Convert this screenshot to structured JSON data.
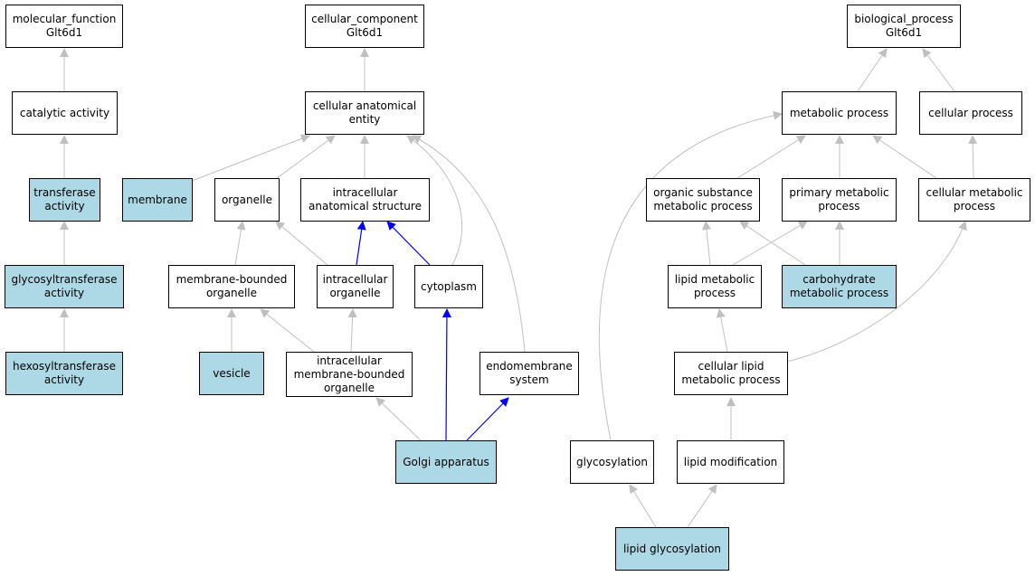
{
  "colors": {
    "highlight_fill": "#add8e6",
    "node_fill": "#ffffff",
    "edge_default": "#c0c0c0",
    "edge_path": "#0000ff"
  },
  "nodes": {
    "mf_root": "molecular_function\nGlt6d1",
    "catalytic_activity": "catalytic activity",
    "transferase_activity": "transferase\nactivity",
    "glycosyltransferase_activity": "glycosyltransferase\nactivity",
    "hexosyltransferase_activity": "hexosyltransferase\nactivity",
    "cc_root": "cellular_component\nGlt6d1",
    "cellular_anatomical_entity": "cellular anatomical\nentity",
    "membrane": "membrane",
    "organelle": "organelle",
    "intracellular_anatomical_structure": "intracellular\nanatomical structure",
    "membrane_bounded_organelle": "membrane-bounded\norganelle",
    "intracellular_organelle": "intracellular\norganelle",
    "cytoplasm": "cytoplasm",
    "vesicle": "vesicle",
    "intracellular_membrane_bounded_organelle": "intracellular\nmembrane-bounded\norganelle",
    "endomembrane_system": "endomembrane\nsystem",
    "golgi_apparatus": "Golgi apparatus",
    "bp_root": "biological_process\nGlt6d1",
    "metabolic_process": "metabolic process",
    "cellular_process": "cellular process",
    "organic_substance_metabolic_process": "organic substance\nmetabolic process",
    "primary_metabolic_process": "primary metabolic\nprocess",
    "cellular_metabolic_process": "cellular metabolic\nprocess",
    "lipid_metabolic_process": "lipid metabolic\nprocess",
    "carbohydrate_metabolic_process": "carbohydrate\nmetabolic process",
    "cellular_lipid_metabolic_process": "cellular lipid\nmetabolic process",
    "glycosylation": "glycosylation",
    "lipid_modification": "lipid modification",
    "lipid_glycosylation": "lipid glycosylation"
  }
}
